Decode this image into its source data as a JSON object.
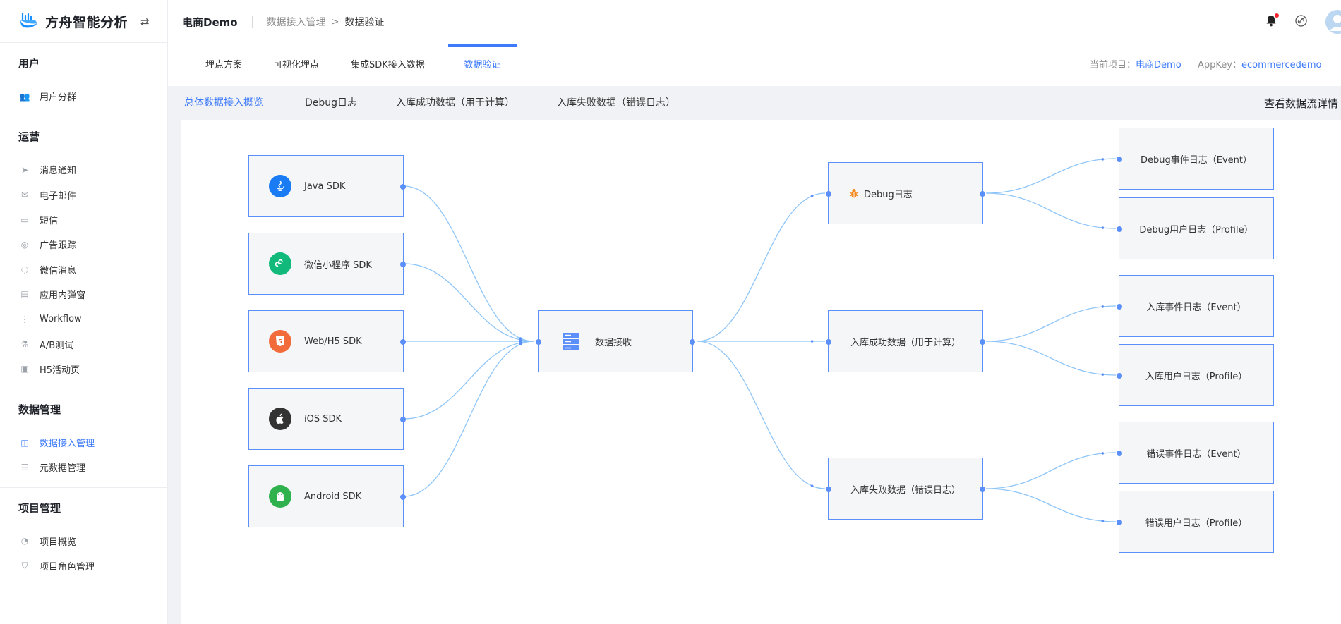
{
  "app": {
    "title": "方舟智能分析"
  },
  "sidebar": {
    "sections": [
      {
        "title": "用户",
        "items": [
          {
            "label": "用户分群",
            "icon": "users-icon"
          }
        ]
      },
      {
        "title": "运营",
        "items": [
          {
            "label": "消息通知",
            "icon": "send-icon"
          },
          {
            "label": "电子邮件",
            "icon": "mail-icon"
          },
          {
            "label": "短信",
            "icon": "sms-icon"
          },
          {
            "label": "广告跟踪",
            "icon": "target-icon"
          },
          {
            "label": "微信消息",
            "icon": "wechat-icon"
          },
          {
            "label": "应用内弹窗",
            "icon": "popup-icon"
          },
          {
            "label": "Workflow",
            "icon": "workflow-icon"
          },
          {
            "label": "A/B测试",
            "icon": "flask-icon"
          },
          {
            "label": "H5活动页",
            "icon": "h5-icon"
          }
        ]
      },
      {
        "title": "数据管理",
        "items": [
          {
            "label": "数据接入管理",
            "icon": "database-icon",
            "active": true
          },
          {
            "label": "元数据管理",
            "icon": "server-icon"
          }
        ]
      },
      {
        "title": "项目管理",
        "items": [
          {
            "label": "项目概览",
            "icon": "dashboard-icon"
          },
          {
            "label": "项目角色管理",
            "icon": "shield-icon"
          }
        ]
      }
    ]
  },
  "header": {
    "project": "电商Demo",
    "breadcrumb_parent": "数据接入管理",
    "breadcrumb_sep": ">",
    "breadcrumb_current": "数据验证"
  },
  "tabs": [
    {
      "label": "埋点方案"
    },
    {
      "label": "可视化埋点"
    },
    {
      "label": "集成SDK接入数据"
    },
    {
      "label": "数据验证",
      "active": true
    }
  ],
  "meta": {
    "project_label": "当前项目：",
    "project_value": "电商Demo",
    "appkey_label": "AppKey：",
    "appkey_value": "ecommercedemo"
  },
  "subtabs": [
    {
      "label": "总体数据接入概览",
      "active": true
    },
    {
      "label": "Debug日志"
    },
    {
      "label": "入库成功数据（用于计算）"
    },
    {
      "label": "入库失败数据（错误日志）"
    }
  ],
  "view_flow_label": "查看数据流详情",
  "flow": {
    "sources": [
      {
        "label": "Java SDK",
        "icon": "java-icon",
        "color": "#1a7cf5"
      },
      {
        "label": "微信小程序 SDK",
        "icon": "miniprogram-icon",
        "color": "#11b97b"
      },
      {
        "label": "Web/H5 SDK",
        "icon": "html5-icon",
        "color": "#f26b3a"
      },
      {
        "label": "iOS SDK",
        "icon": "apple-icon",
        "color": "#333333"
      },
      {
        "label": "Android SDK",
        "icon": "android-icon",
        "color": "#2fb14e"
      }
    ],
    "hub": {
      "label": "数据接收",
      "icon": "server-stack-icon"
    },
    "middle": [
      {
        "label": "Debug日志",
        "icon": "bug-icon"
      },
      {
        "label": "入库成功数据（用于计算）"
      },
      {
        "label": "入库失败数据（错误日志）"
      }
    ],
    "leaves": [
      {
        "label": "Debug事件日志（Event）"
      },
      {
        "label": "Debug用户日志（Profile）"
      },
      {
        "label": "入库事件日志（Event）"
      },
      {
        "label": "入库用户日志（Profile）"
      },
      {
        "label": "错误事件日志（Event）"
      },
      {
        "label": "错误用户日志（Profile）"
      }
    ],
    "edge_color": "#8ec5f8"
  }
}
